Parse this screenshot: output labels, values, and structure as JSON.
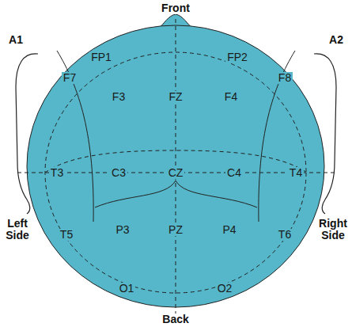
{
  "diagram": {
    "labels": [
      "Front",
      "FP1",
      "FP2",
      "F7",
      "F3",
      "FZ",
      "F4",
      "F8",
      "A1",
      "A2",
      "T3",
      "C3",
      "CZ",
      "C4",
      "T4",
      "Left Side",
      "Right Side",
      "T5",
      "P3",
      "PZ",
      "P4",
      "T6",
      "O1",
      "O2",
      "Back"
    ]
  }
}
